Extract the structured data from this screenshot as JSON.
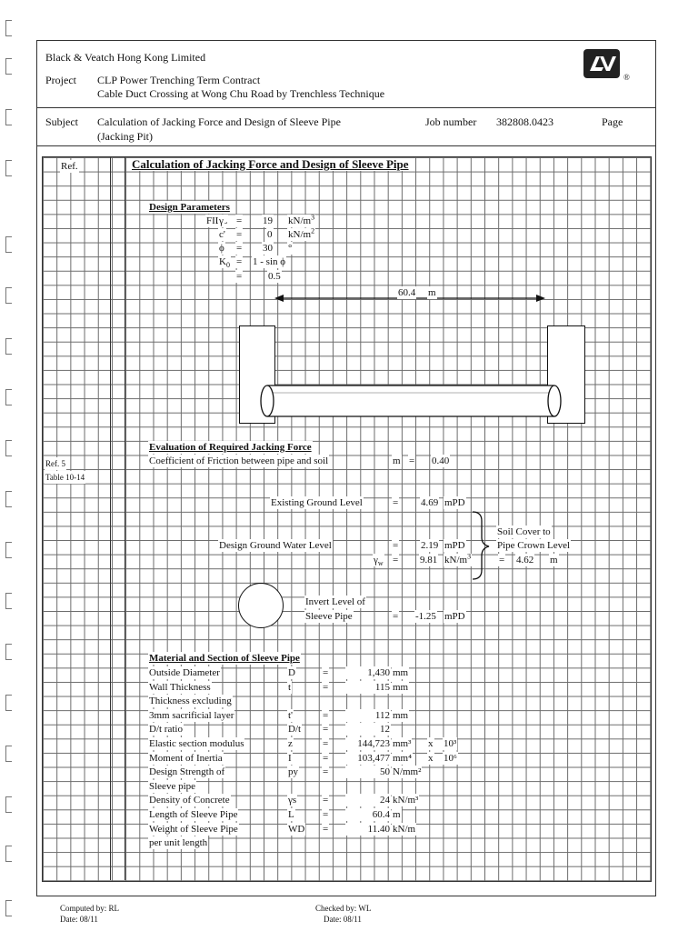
{
  "header": {
    "company": "Black & Veatch Hong Kong Limited",
    "project_label": "Project",
    "project_line1": "CLP Power Trenching Term Contract",
    "project_line2": "Cable Duct Crossing at Wong Chu Road by Trenchless Technique",
    "subject_label": "Subject",
    "subject_line1": "Calculation of Jacking Force and Design of Sleeve Pipe",
    "subject_line2": "(Jacking Pit)",
    "job_label": "Job number",
    "job_number": "382808.0423",
    "page_label": "Page",
    "logo_text": "BV"
  },
  "body": {
    "ref_label": "Ref.",
    "title": "Calculation of Jacking Force and Design of Sleeve Pipe",
    "design_params": {
      "heading": "Design Parameters",
      "fill": "FILL",
      "gamma_sym": "γ",
      "eq": "=",
      "gamma_val": "19",
      "gamma_unit": "kN/m",
      "gamma_unit_exp": "3",
      "c_sym": "c'",
      "c_val": "0",
      "c_unit": "kN/m",
      "c_unit_exp": "2",
      "phi_sym": "ϕ",
      "phi_val": "30",
      "phi_unit": "°",
      "k0_sym": "K",
      "k0_sub": "0",
      "k0_expr": "1 - sin ϕ",
      "k0_val": "0.5"
    },
    "span": {
      "value": "60.4",
      "unit": "m"
    },
    "jacking": {
      "heading": "Evaluation of Required Jacking Force",
      "ref1": "Ref. 5",
      "ref2": "Table 10-14",
      "friction_label": "Coefficient of Friction between pipe and soil",
      "m_sym": "m",
      "m_val": "0.40"
    },
    "levels": {
      "egl_label": "Existing Ground Level",
      "egl_val": "4.69",
      "egl_unit": "mPD",
      "dgwl_label": "Design Ground Water Level",
      "dgwl_val": "2.19",
      "dgwl_unit": "mPD",
      "gw_sym": "γ",
      "gw_sub": "w",
      "gw_val": "9.81",
      "gw_unit": "kN/m",
      "gw_unit_exp": "3",
      "cover_line1": "Soil Cover to",
      "cover_line2": "Pipe Crown Level",
      "cover_val": "4.62",
      "cover_unit": "m",
      "invert_line1": "Invert Level of",
      "invert_line2": "Sleeve Pipe",
      "invert_val": "-1.25",
      "invert_unit": "mPD"
    },
    "material": {
      "heading": "Material and Section of Sleeve Pipe",
      "rows": [
        {
          "label": "Outside Diameter",
          "sym": "D",
          "val": "1,430",
          "unit": "mm"
        },
        {
          "label": "Wall Thickness",
          "sym": "t",
          "val": "115",
          "unit": "mm"
        },
        {
          "label": "Thickness excluding",
          "sym": "",
          "val": "",
          "unit": ""
        },
        {
          "label": "3mm sacrificial layer",
          "sym": "t'",
          "val": "112",
          "unit": "mm"
        },
        {
          "label": "D/t ratio",
          "sym": "D/t",
          "val": "12",
          "unit": ""
        },
        {
          "label": "Elastic section modulus",
          "sym": "z",
          "val": "144,723",
          "unit": "mm³",
          "x": "x",
          "exp": "10³"
        },
        {
          "label": "Moment of Inertia",
          "sym": "I",
          "val": "103,477",
          "unit": "mm⁴",
          "x": "x",
          "exp": "10⁶"
        },
        {
          "label": "Design Strength of",
          "sym": "py",
          "val": "50",
          "unit": "N/mm²"
        },
        {
          "label": "Sleeve pipe",
          "sym": "",
          "val": "",
          "unit": ""
        },
        {
          "label": "Density of Concrete",
          "sym": "γs",
          "val": "24",
          "unit": "kN/m³"
        },
        {
          "label": "Length of Sleeve Pipe",
          "sym": "L",
          "val": "60.4",
          "unit": "m"
        },
        {
          "label": "Weight of Sleeve Pipe",
          "sym": "WD",
          "val": "11.40",
          "unit": "kN/m"
        },
        {
          "label": "per unit length",
          "sym": "",
          "val": "",
          "unit": ""
        }
      ]
    }
  },
  "footer": {
    "computed_by": "Computed by: RL",
    "computed_date": "Date: 08/11",
    "checked_by": "Checked by: WL",
    "checked_date": "Date: 08/11"
  }
}
